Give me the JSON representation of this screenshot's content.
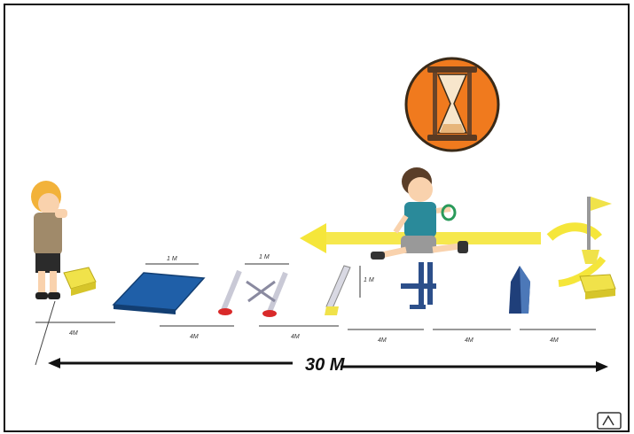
{
  "scene": {
    "total_distance_label": "30 M",
    "segment_labels": [
      "4M",
      "4M",
      "4M",
      "4M",
      "4M",
      "4M"
    ],
    "obstacle_labels": [
      "1 M",
      "1 M",
      "1 M"
    ],
    "colors": {
      "mat": "#1f5fa8",
      "arrow": "#f5e63a",
      "timer_bg": "#f07a1e",
      "box": "#f0e24a",
      "child_shirt": "#2a8a9a",
      "hurdle": "#2c4f8a",
      "cone": "#1f3f7a",
      "ladder": "#c9c9d6",
      "ladder_feet": "#d92a2a"
    },
    "icons": [
      "hourglass-icon",
      "flag-icon",
      "logo-icon"
    ]
  }
}
